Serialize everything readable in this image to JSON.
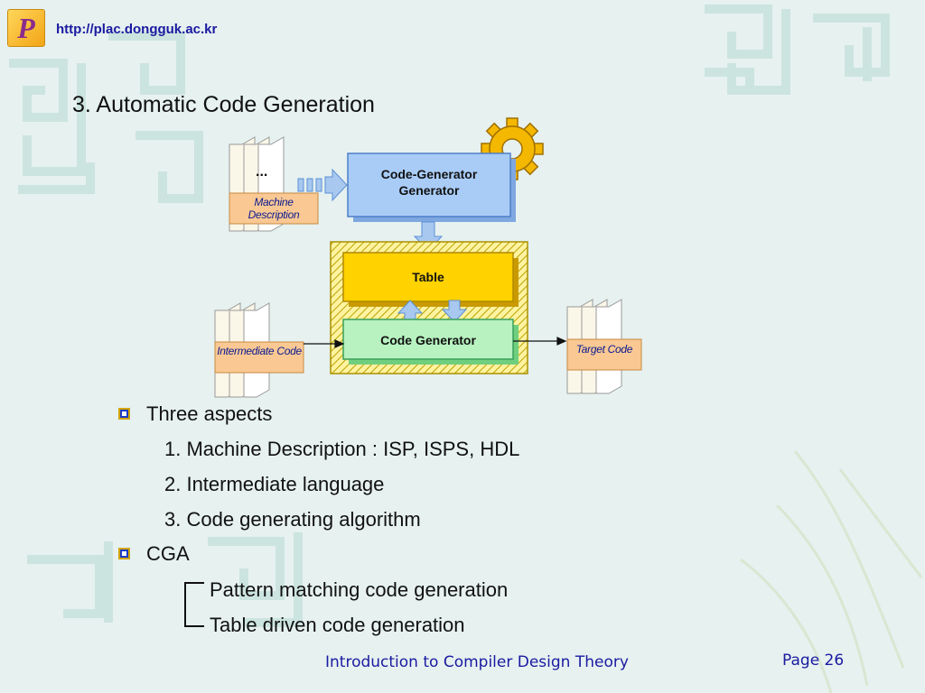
{
  "header": {
    "logo_letter": "P",
    "url": "http://plac.dongguk.ac.kr"
  },
  "slide": {
    "title": "3. Automatic Code Generation"
  },
  "diagram": {
    "machine_description": "Machine Description",
    "ellipsis": "...",
    "code_generator_generator": "Code-Generator Generator",
    "table": "Table",
    "code_generator": "Code Generator",
    "intermediate_code": "Intermediate Code",
    "target_code": "Target Code"
  },
  "bullets": {
    "aspects": {
      "label": "Three aspects",
      "items": [
        "1. Machine Description : ISP, ISPS, HDL",
        "2. Intermediate language",
        "3. Code generating algorithm"
      ]
    },
    "cga": {
      "label": "CGA",
      "items": [
        "Pattern matching code generation",
        "Table driven code generation"
      ]
    }
  },
  "footer": {
    "course": "Introduction to Compiler Design Theory",
    "page": "Page 26"
  }
}
